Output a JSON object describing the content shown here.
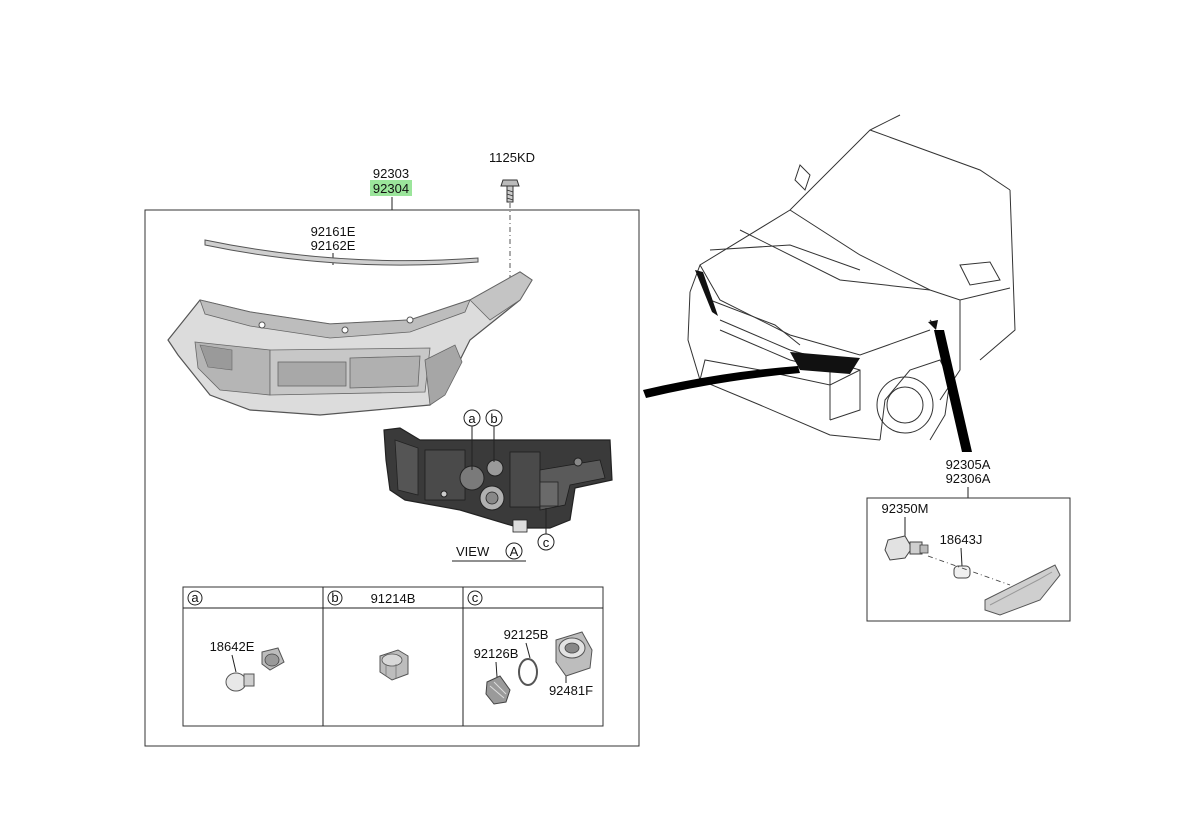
{
  "part_labels": {
    "p92303": "92303",
    "p92304": "92304",
    "p1125KD": "1125KD",
    "p92161E": "92161E",
    "p92162E": "92162E",
    "p92305A": "92305A",
    "p92306A": "92306A",
    "p92350M": "92350M",
    "p18643J": "18643J",
    "p18642E": "18642E",
    "p91214B": "91214B",
    "p92125B": "92125B",
    "p92126B": "92126B",
    "p92481F": "92481F"
  },
  "callouts": {
    "a": "a",
    "b": "b",
    "c": "c"
  },
  "view": {
    "label": "VIEW",
    "letter": "A"
  },
  "colors": {
    "highlight": "#9be59b",
    "part_fill": "#d9d9d9",
    "dark_part": "#3a3a3a",
    "leader_black": "#000000"
  }
}
